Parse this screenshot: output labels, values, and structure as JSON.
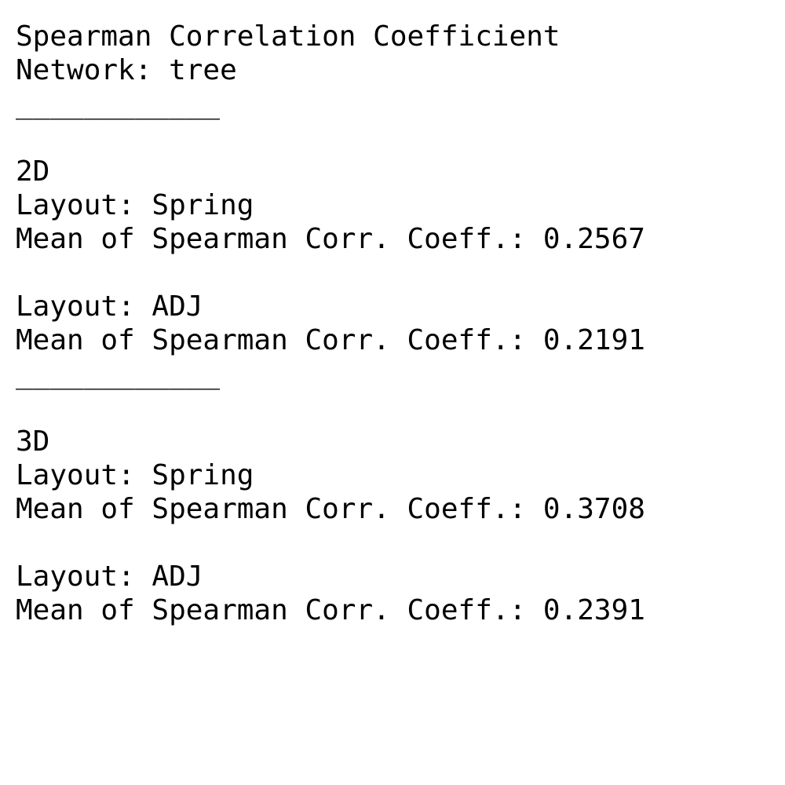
{
  "title": "Spearman Correlation Coefficient",
  "network": "Network: tree",
  "separator": "____________",
  "sections": [
    {
      "dimension": "2D",
      "layouts": [
        {
          "layout": "Layout: Spring",
          "mean": "Mean of Spearman Corr. Coeff.: 0.2567"
        },
        {
          "layout": "Layout: ADJ",
          "mean": "Mean of Spearman Corr. Coeff.: 0.2191"
        }
      ]
    },
    {
      "dimension": "3D",
      "layouts": [
        {
          "layout": "Layout: Spring",
          "mean": "Mean of Spearman Corr. Coeff.: 0.3708"
        },
        {
          "layout": "Layout: ADJ",
          "mean": "Mean of Spearman Corr. Coeff.: 0.2391"
        }
      ]
    }
  ]
}
